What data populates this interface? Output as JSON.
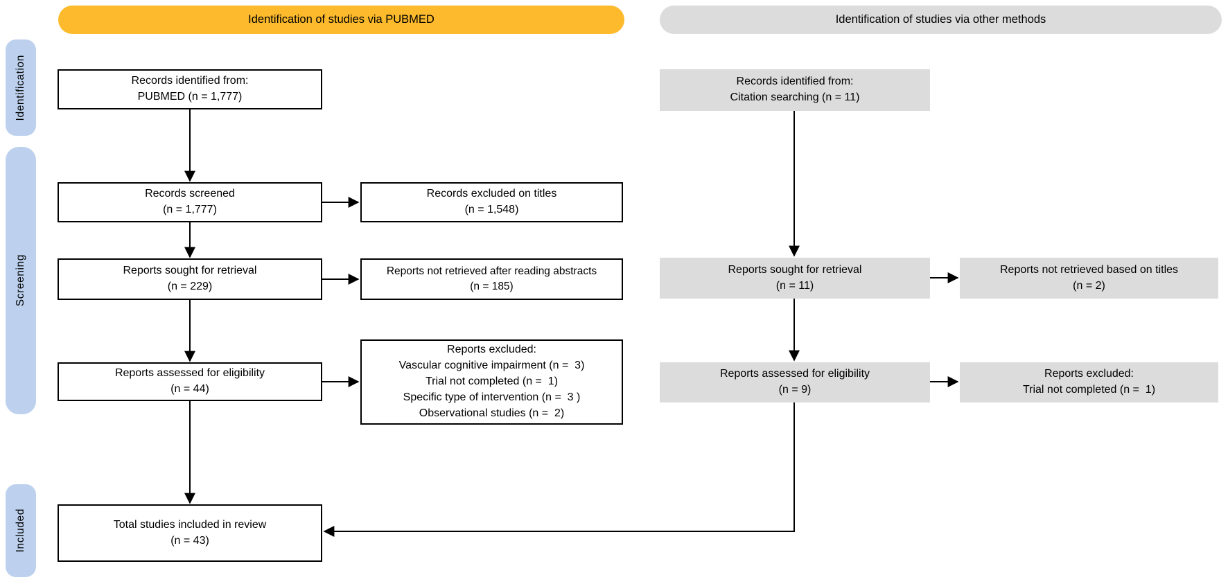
{
  "colors": {
    "header_accent": "#fcba2c",
    "box_gray": "#dcdcdc",
    "stage_blue": "#bdd1ee",
    "line_black": "#000000"
  },
  "headers": {
    "pubmed": "Identification of studies via PUBMED",
    "other": "Identification of studies via other methods"
  },
  "stages": {
    "identification": "Identification",
    "screening": "Screening",
    "included": "Included"
  },
  "pubmed_column": {
    "records_identified": {
      "lines": [
        "Records identified from:",
        "PUBMED (n = 1,777)"
      ]
    },
    "records_screened": {
      "lines": [
        "Records screened",
        "(n = 1,777)"
      ]
    },
    "records_excluded_titles": {
      "lines": [
        "Records excluded on titles",
        "(n = 1,548)"
      ]
    },
    "reports_sought": {
      "lines": [
        "Reports sought for retrieval",
        "(n = 229)"
      ]
    },
    "reports_not_retrieved": {
      "lines": [
        "Reports not retrieved after reading abstracts",
        "(n = 185)"
      ]
    },
    "reports_assessed": {
      "lines": [
        "Reports assessed for eligibility",
        "(n = 44)"
      ]
    },
    "reports_excluded": {
      "lines": [
        "Reports excluded:",
        "Vascular cognitive impairment (n =  3)",
        "Trial not completed (n =  1)",
        "Specific type of intervention (n =  3 )",
        "Observational studies (n =  2)"
      ]
    },
    "total_included": {
      "lines": [
        "Total studies included in review",
        "(n = 43)"
      ]
    }
  },
  "other_column": {
    "records_identified": {
      "lines": [
        "Records identified from:",
        "Citation searching (n = 11)"
      ]
    },
    "reports_sought": {
      "lines": [
        "Reports sought for retrieval",
        "(n = 11)"
      ]
    },
    "reports_not_retrieved": {
      "lines": [
        "Reports not retrieved based on titles",
        "(n = 2)"
      ]
    },
    "reports_assessed": {
      "lines": [
        "Reports assessed for eligibility",
        "(n = 9)"
      ]
    },
    "reports_excluded": {
      "lines": [
        "Reports excluded:",
        "Trial not completed (n =  1)"
      ]
    }
  }
}
